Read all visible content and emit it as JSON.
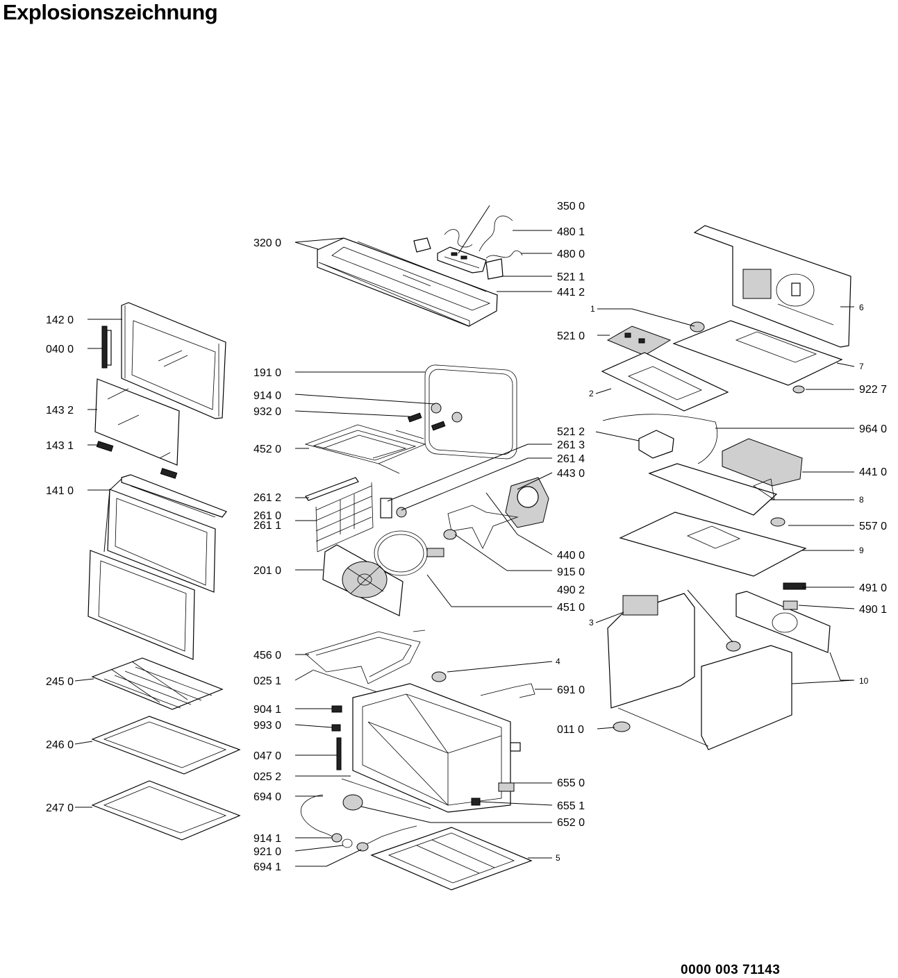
{
  "title": "Explosionszeichnung",
  "document_number": "0000 003 71143",
  "callouts": [
    {
      "id": "c-350-0",
      "text": "350 0"
    },
    {
      "id": "c-480-1",
      "text": "480 1"
    },
    {
      "id": "c-320-0",
      "text": "320 0"
    },
    {
      "id": "c-480-0",
      "text": "480 0"
    },
    {
      "id": "c-521-1",
      "text": "521 1"
    },
    {
      "id": "c-441-2",
      "text": "441 2"
    },
    {
      "id": "c-142-0",
      "text": "142 0"
    },
    {
      "id": "c-040-0",
      "text": "040 0"
    },
    {
      "id": "c-521-0",
      "text": "521 0"
    },
    {
      "id": "c-191-0",
      "text": "191 0"
    },
    {
      "id": "c-914-0",
      "text": "914 0"
    },
    {
      "id": "c-932-0",
      "text": "932 0"
    },
    {
      "id": "c-143-2",
      "text": "143 2"
    },
    {
      "id": "c-922-7",
      "text": "922 7"
    },
    {
      "id": "c-521-2",
      "text": "521 2"
    },
    {
      "id": "c-964-0",
      "text": "964 0"
    },
    {
      "id": "c-143-1",
      "text": "143 1"
    },
    {
      "id": "c-452-0",
      "text": "452 0"
    },
    {
      "id": "c-261-3",
      "text": "261 3"
    },
    {
      "id": "c-261-4",
      "text": "261 4"
    },
    {
      "id": "c-443-0",
      "text": "443 0"
    },
    {
      "id": "c-441-0",
      "text": "441 0"
    },
    {
      "id": "c-141-0",
      "text": "141 0"
    },
    {
      "id": "c-261-2",
      "text": "261 2"
    },
    {
      "id": "c-261-0",
      "text": "261 0"
    },
    {
      "id": "c-261-1",
      "text": "261 1"
    },
    {
      "id": "c-557-0",
      "text": "557 0"
    },
    {
      "id": "c-440-0",
      "text": "440 0"
    },
    {
      "id": "c-201-0",
      "text": "201 0"
    },
    {
      "id": "c-915-0",
      "text": "915 0"
    },
    {
      "id": "c-490-2",
      "text": "490 2"
    },
    {
      "id": "c-491-0",
      "text": "491 0"
    },
    {
      "id": "c-451-0",
      "text": "451 0"
    },
    {
      "id": "c-490-1",
      "text": "490 1"
    },
    {
      "id": "c-456-0",
      "text": "456 0"
    },
    {
      "id": "c-025-1",
      "text": "025 1"
    },
    {
      "id": "c-245-0",
      "text": "245 0"
    },
    {
      "id": "c-691-0",
      "text": "691 0"
    },
    {
      "id": "c-904-1",
      "text": "904 1"
    },
    {
      "id": "c-993-0",
      "text": "993 0"
    },
    {
      "id": "c-011-0",
      "text": "011 0"
    },
    {
      "id": "c-246-0",
      "text": "246 0"
    },
    {
      "id": "c-047-0",
      "text": "047 0"
    },
    {
      "id": "c-025-2",
      "text": "025 2"
    },
    {
      "id": "c-655-0",
      "text": "655 0"
    },
    {
      "id": "c-694-0",
      "text": "694 0"
    },
    {
      "id": "c-655-1",
      "text": "655 1"
    },
    {
      "id": "c-247-0",
      "text": "247 0"
    },
    {
      "id": "c-652-0",
      "text": "652 0"
    },
    {
      "id": "c-914-1",
      "text": "914 1"
    },
    {
      "id": "c-921-0",
      "text": "921 0"
    },
    {
      "id": "c-694-1",
      "text": "694 1"
    }
  ],
  "small_callouts": [
    {
      "id": "s-1",
      "text": "1"
    },
    {
      "id": "s-6",
      "text": "6"
    },
    {
      "id": "s-7",
      "text": "7"
    },
    {
      "id": "s-2",
      "text": "2"
    },
    {
      "id": "s-8",
      "text": "8"
    },
    {
      "id": "s-9",
      "text": "9"
    },
    {
      "id": "s-3",
      "text": "3"
    },
    {
      "id": "s-10",
      "text": "10"
    },
    {
      "id": "s-4",
      "text": "4"
    },
    {
      "id": "s-5",
      "text": "5"
    }
  ]
}
